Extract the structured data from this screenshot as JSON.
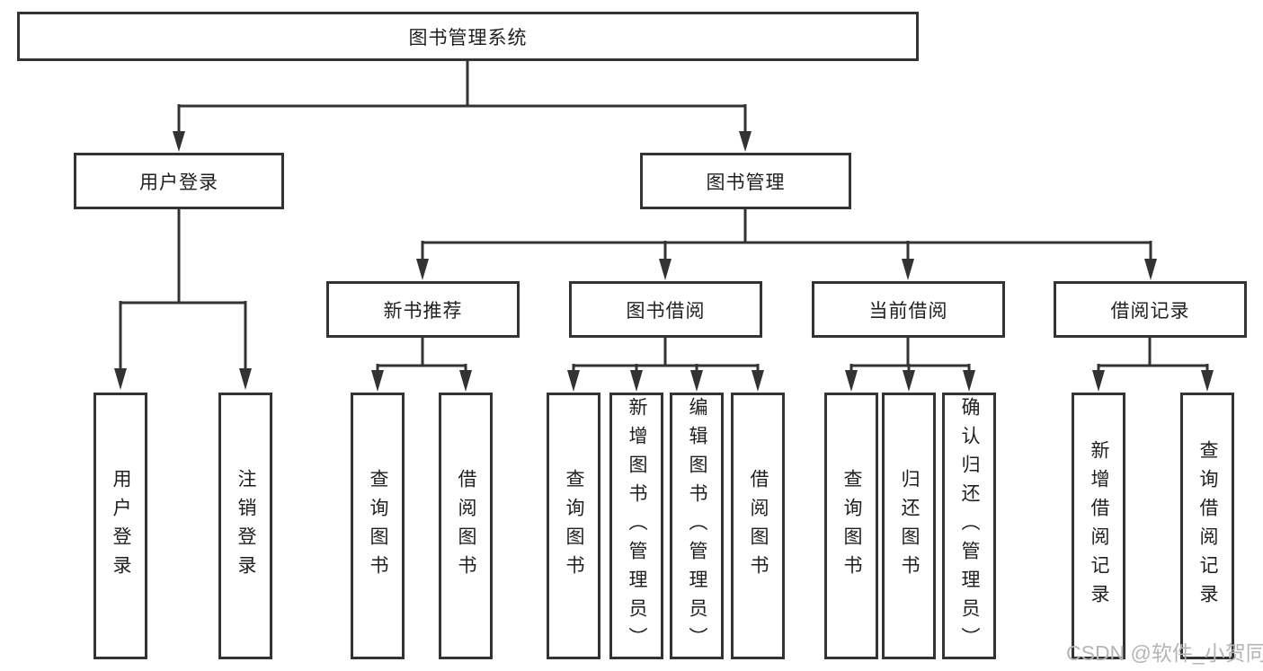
{
  "diagram": {
    "title": "图书管理系统",
    "branches": [
      {
        "label": "用户登录",
        "leaves": [
          "用户登录",
          "注销登录"
        ]
      },
      {
        "label": "图书管理",
        "sections": [
          {
            "label": "新书推荐",
            "leaves": [
              "查询图书",
              "借阅图书"
            ]
          },
          {
            "label": "图书借阅",
            "leaves": [
              "查询图书",
              "新增图书（管理员）",
              "编辑图书（管理员）",
              "借阅图书"
            ]
          },
          {
            "label": "当前借阅",
            "leaves": [
              "查询图书",
              "归还图书",
              "确认归还（管理员）"
            ]
          },
          {
            "label": "借阅记录",
            "leaves": [
              "新增借阅记录",
              "查询借阅记录"
            ]
          }
        ]
      }
    ]
  },
  "watermark": {
    "text": "CSDN @软件_小贺同学"
  },
  "colors": {
    "line": "#333333",
    "text": "#1f1f1f",
    "watermark": "#b5b5b5",
    "bg": "#ffffff"
  }
}
